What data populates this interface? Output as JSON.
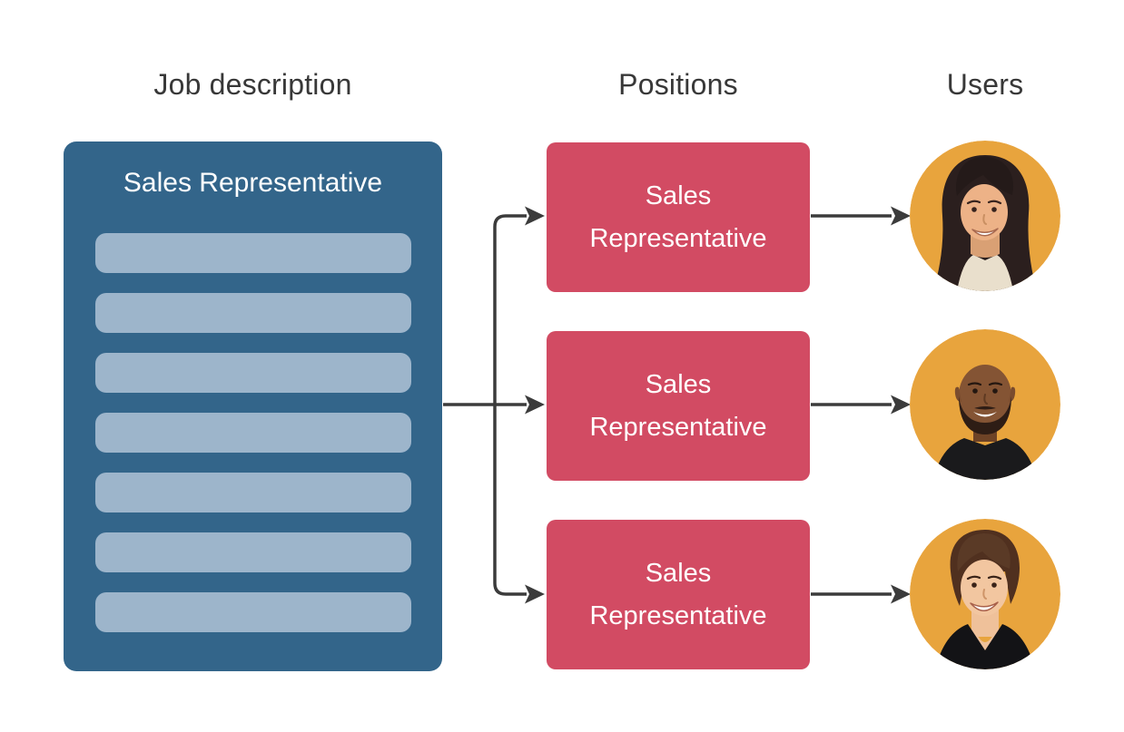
{
  "headers": {
    "job_description": "Job description",
    "positions": "Positions",
    "users": "Users"
  },
  "job_card": {
    "title": "Sales Representative",
    "placeholder_lines": 7
  },
  "position_boxes": [
    {
      "label": "Sales Representative"
    },
    {
      "label": "Sales Representative"
    },
    {
      "label": "Sales Representative"
    }
  ],
  "users": [
    {
      "avatar": "avatar-woman-long-dark-hair"
    },
    {
      "avatar": "avatar-man-bald-beard"
    },
    {
      "avatar": "avatar-woman-updo-hair"
    }
  ],
  "edges": [
    {
      "from": "job-description-card",
      "to": "position-box-1"
    },
    {
      "from": "job-description-card",
      "to": "position-box-2"
    },
    {
      "from": "job-description-card",
      "to": "position-box-3"
    },
    {
      "from": "position-box-1",
      "to": "user-avatar-1"
    },
    {
      "from": "position-box-2",
      "to": "user-avatar-2"
    },
    {
      "from": "position-box-3",
      "to": "user-avatar-3"
    }
  ],
  "colors": {
    "card_blue": "#33658A",
    "placeholder_blue": "#9DB5CB",
    "position_red": "#D24B63",
    "avatar_orange": "#E8A43D",
    "connector": "#3B3B3B",
    "heading_text": "#383838",
    "box_text": "#FFFFFF"
  }
}
